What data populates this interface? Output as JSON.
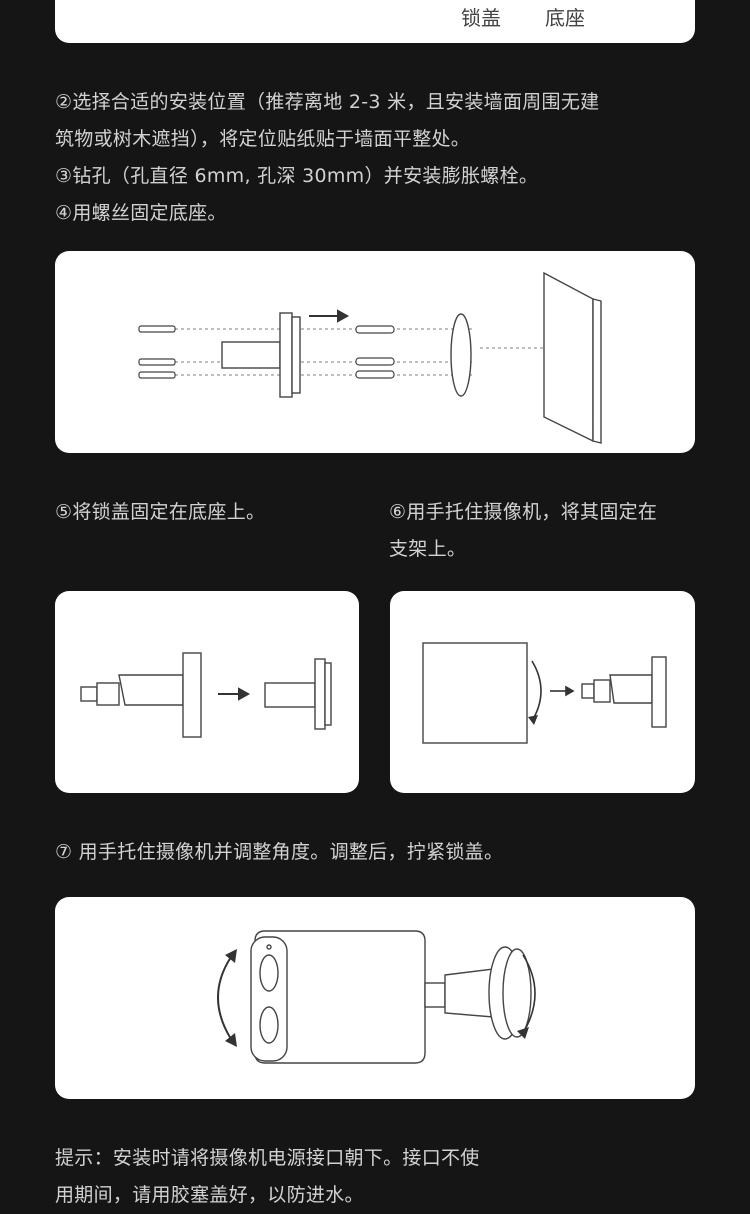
{
  "top_card": {
    "label_lock_cover": "锁盖",
    "label_base": "底座"
  },
  "steps": {
    "step2_line1": "②选择合适的安装位置（推荐离地 2-3 米，且安装墙面周围无建",
    "step2_line2": "筑物或树木遮挡），将定位贴纸贴于墙面平整处。",
    "step3": "③钻孔（孔直径 6mm, 孔深 30mm）并安装膨胀螺栓。",
    "step4": "④用螺丝固定底座。",
    "step5": "⑤将锁盖固定在底座上。",
    "step6_line1": "⑥用手托住摄像机，将其固定在",
    "step6_line2": "支架上。",
    "step7": "⑦  用手托住摄像机并调整角度。调整后，拧紧锁盖。"
  },
  "tip": {
    "line1": "提示：安装时请将摄像机电源接口朝下。接口不使",
    "line2": "用期间，请用胶塞盖好，以防进水。"
  }
}
